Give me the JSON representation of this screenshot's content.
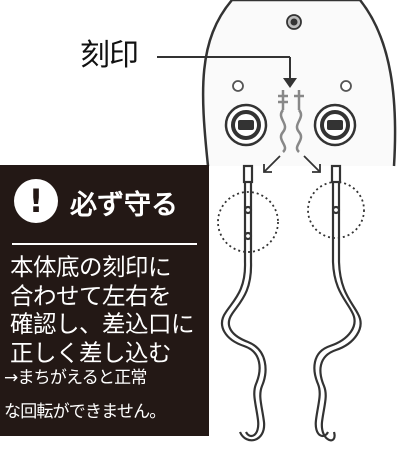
{
  "callout_label": "刻印",
  "warning": {
    "icon": "exclamation-icon",
    "icon_text": "!",
    "title": "必ず守る",
    "body_lines": [
      "本体底の刻印に",
      "合わせて左右を",
      "確認し、差込口に",
      "正しく差し込む"
    ],
    "note_lines": [
      "→まちがえると正常",
      "な回転ができません。"
    ]
  },
  "colors": {
    "warning_bg": "#231815",
    "line": "#3a3a3a"
  }
}
